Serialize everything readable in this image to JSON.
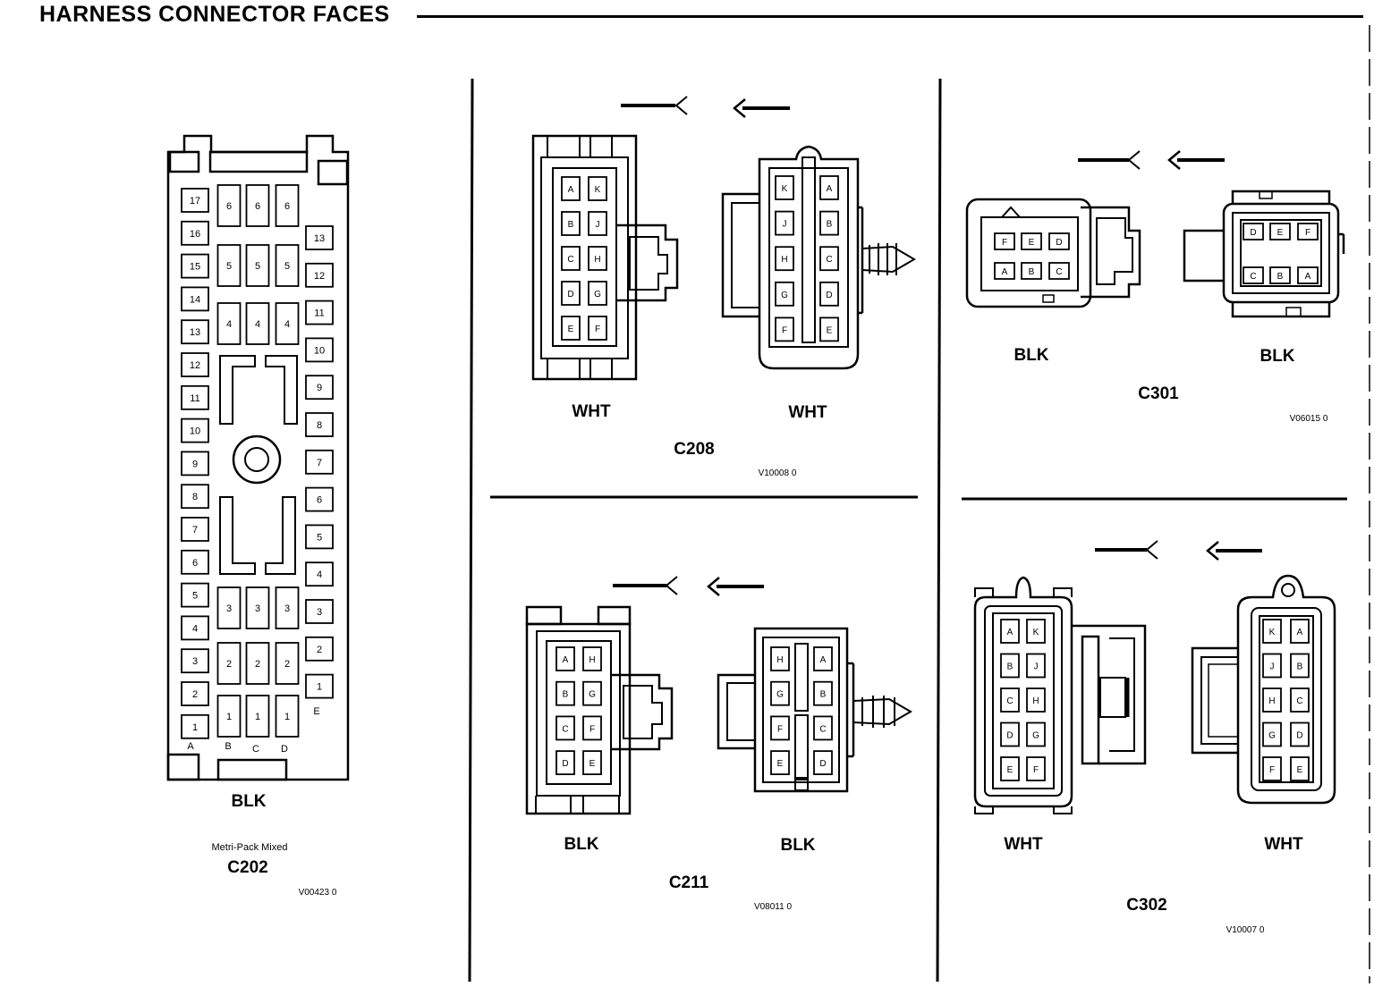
{
  "header": {
    "title": "HARNESS CONNECTOR FACES"
  },
  "c202": {
    "id": "C202",
    "color": "BLK",
    "family": "Metri-Pack Mixed",
    "code": "V00423 0",
    "col_a": [
      "17",
      "16",
      "15",
      "14",
      "13",
      "12",
      "11",
      "10",
      "9",
      "8",
      "7",
      "6",
      "5",
      "4",
      "3",
      "2",
      "1"
    ],
    "col_b": [
      "6",
      "5",
      "4",
      "3",
      "2",
      "1"
    ],
    "col_c": [
      "6",
      "5",
      "4",
      "3",
      "2",
      "1"
    ],
    "col_d": [
      "6",
      "5",
      "4",
      "3",
      "2",
      "1"
    ],
    "col_e": [
      "13",
      "12",
      "11",
      "10",
      "9",
      "8",
      "7",
      "6",
      "5",
      "4",
      "3",
      "2",
      "1"
    ],
    "col_labels": [
      "A",
      "B",
      "C",
      "D",
      "E"
    ]
  },
  "c208": {
    "id": "C208",
    "code": "V10008 0",
    "left": {
      "color": "WHT",
      "rows": [
        [
          "A",
          "K"
        ],
        [
          "B",
          "J"
        ],
        [
          "C",
          "H"
        ],
        [
          "D",
          "G"
        ],
        [
          "E",
          "F"
        ]
      ]
    },
    "right": {
      "color": "WHT",
      "rows": [
        [
          "K",
          "A"
        ],
        [
          "J",
          "B"
        ],
        [
          "H",
          "C"
        ],
        [
          "G",
          "D"
        ],
        [
          "F",
          "E"
        ]
      ]
    }
  },
  "c301": {
    "id": "C301",
    "code": "V06015 0",
    "left": {
      "color": "BLK",
      "top": [
        "F",
        "E",
        "D"
      ],
      "bottom": [
        "A",
        "B",
        "C"
      ]
    },
    "right": {
      "color": "BLK",
      "top": [
        "D",
        "E",
        "F"
      ],
      "bottom": [
        "C",
        "B",
        "A"
      ]
    }
  },
  "c211": {
    "id": "C211",
    "code": "V08011 0",
    "left": {
      "color": "BLK",
      "rows": [
        [
          "A",
          "H"
        ],
        [
          "B",
          "G"
        ],
        [
          "C",
          "F"
        ],
        [
          "D",
          "E"
        ]
      ]
    },
    "right": {
      "color": "BLK",
      "rows": [
        [
          "H",
          "A"
        ],
        [
          "G",
          "B"
        ],
        [
          "F",
          "C"
        ],
        [
          "E",
          "D"
        ]
      ]
    }
  },
  "c302": {
    "id": "C302",
    "code": "V10007 0",
    "left": {
      "color": "WHT",
      "rows": [
        [
          "A",
          "K"
        ],
        [
          "B",
          "J"
        ],
        [
          "C",
          "H"
        ],
        [
          "D",
          "G"
        ],
        [
          "E",
          "F"
        ]
      ]
    },
    "right": {
      "color": "WHT",
      "rows": [
        [
          "K",
          "A"
        ],
        [
          "J",
          "B"
        ],
        [
          "H",
          "C"
        ],
        [
          "G",
          "D"
        ],
        [
          "F",
          "E"
        ]
      ]
    }
  }
}
